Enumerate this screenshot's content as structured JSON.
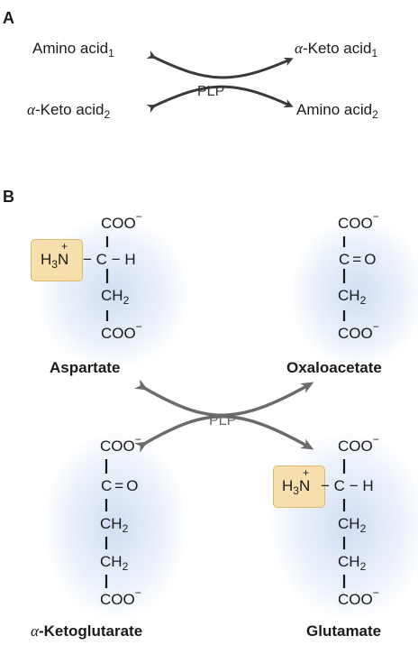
{
  "panel_a": {
    "label": "A",
    "amino_acid_1": "Amino acid",
    "amino_acid_1_sub": "1",
    "keto_acid_1_greek": "α",
    "keto_acid_1": "-Keto acid",
    "keto_acid_1_sub": "1",
    "keto_acid_2_greek": "α",
    "keto_acid_2": "-Keto acid",
    "keto_acid_2_sub": "2",
    "amino_acid_2": "Amino acid",
    "amino_acid_2_sub": "2",
    "cofactor": "PLP"
  },
  "panel_b": {
    "label": "B",
    "cofactor": "PLP",
    "aspartate": {
      "name": "Aspartate",
      "top": "COO",
      "top_charge": "−",
      "amine_h": "H",
      "amine_sub": "3",
      "amine_n": "N",
      "amine_charge": "+",
      "bond_left": "−",
      "alpha_c": "C",
      "bond_right": "−",
      "right_h": "H",
      "ch2_a": "CH",
      "ch2_a_sub": "2",
      "bottom": "COO",
      "bottom_charge": "−"
    },
    "oxaloacetate": {
      "name": "Oxaloacetate",
      "top": "COO",
      "top_charge": "−",
      "keto": "C=O",
      "ch2_a": "CH",
      "ch2_a_sub": "2",
      "bottom": "COO",
      "bottom_charge": "−"
    },
    "ketoglutarate": {
      "name_greek": "α",
      "name": "-Ketoglutarate",
      "top": "COO",
      "top_charge": "−",
      "keto": "C=O",
      "ch2_a": "CH",
      "ch2_a_sub": "2",
      "ch2_b": "CH",
      "ch2_b_sub": "2",
      "bottom": "COO",
      "bottom_charge": "−"
    },
    "glutamate": {
      "name": "Glutamate",
      "top": "COO",
      "top_charge": "−",
      "amine_h": "H",
      "amine_sub": "3",
      "amine_n": "N",
      "amine_charge": "+",
      "bond_left": "−",
      "alpha_c": "C",
      "bond_right": "−",
      "right_h": "H",
      "ch2_a": "CH",
      "ch2_a_sub": "2",
      "ch2_b": "CH",
      "ch2_b_sub": "2",
      "bottom": "COO",
      "bottom_charge": "−"
    }
  },
  "colors": {
    "arrow_a": "#3a3a3a",
    "arrow_b": "#6b6b6b",
    "amine_highlight": "#f6dfad",
    "glow": "#b4c8e8"
  }
}
